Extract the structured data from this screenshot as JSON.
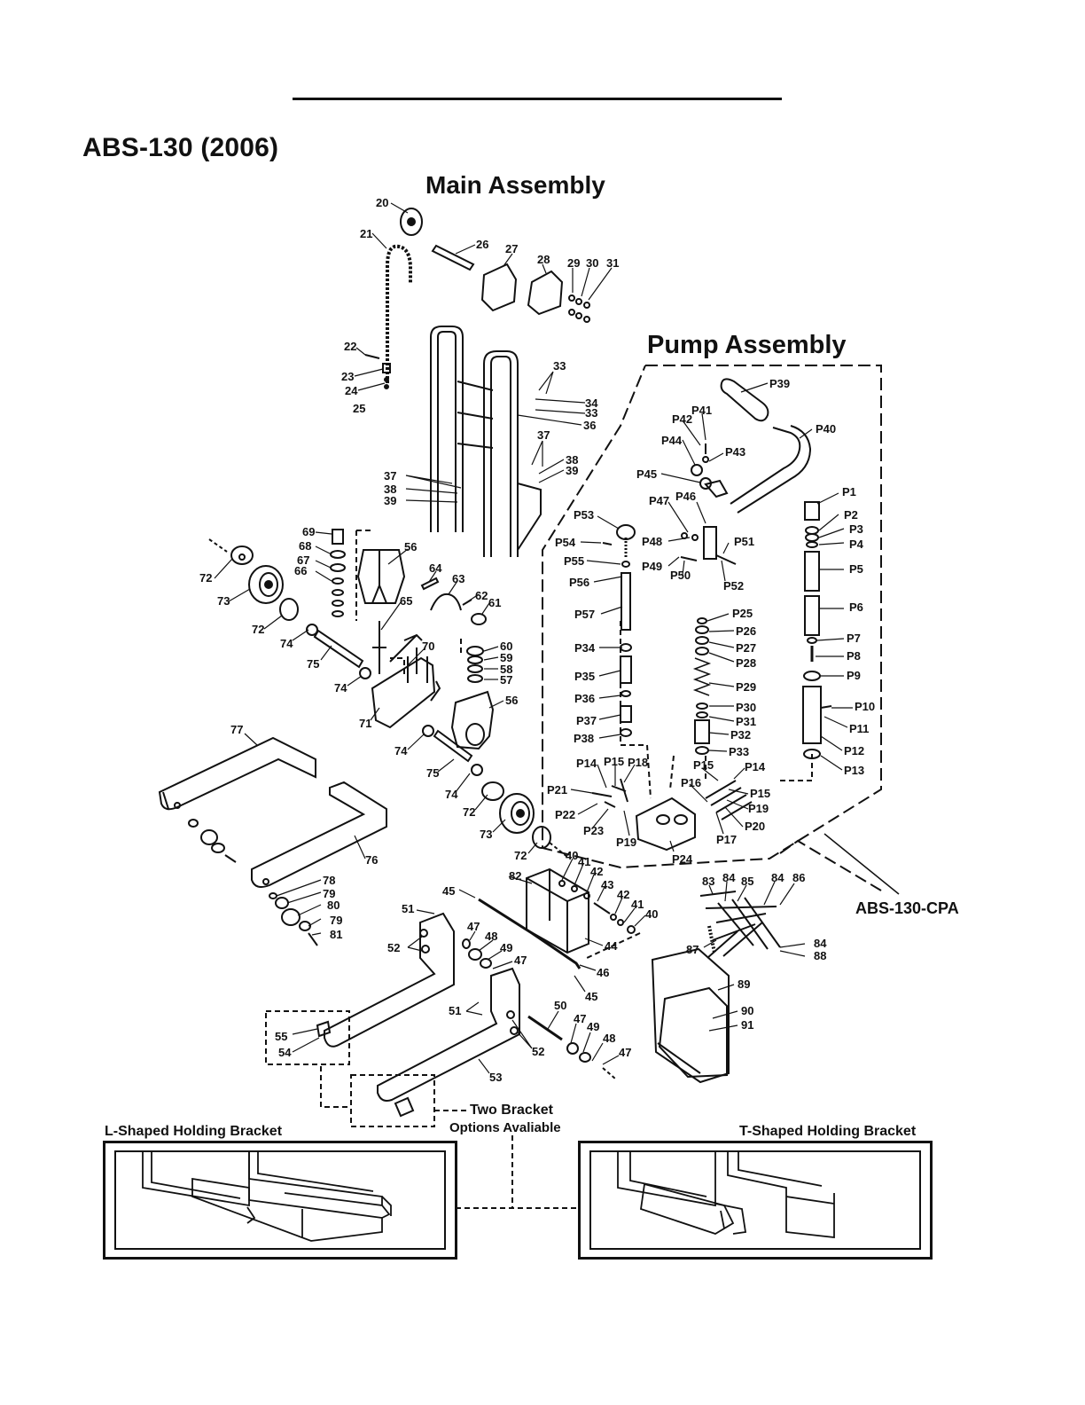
{
  "document": {
    "title": "ABS-130 (2006)",
    "main_heading": "Main Assembly",
    "pump_heading": "Pump Assembly",
    "pump_model": "ABS-130-CPA"
  },
  "brackets": {
    "options_line1": "Two Bracket",
    "options_line2": "Options Avaliable",
    "left_caption": "L-Shaped Holding Bracket",
    "right_caption": "T-Shaped Holding Bracket"
  },
  "callouts": {
    "c20": "20",
    "c21": "21",
    "c26": "26",
    "c27": "27",
    "c28": "28",
    "c29": "29",
    "c30": "30",
    "c31": "31",
    "c22": "22",
    "c23": "23",
    "c24": "24",
    "c25": "25",
    "c33": "33",
    "c34": "34",
    "c33b": "33",
    "c36": "36",
    "c37": "37",
    "c38": "38",
    "c39": "39",
    "c37b": "37",
    "c38b": "38",
    "c39b": "39",
    "c69": "69",
    "c68": "68",
    "c67": "67",
    "c66": "66",
    "c56": "56",
    "c64": "64",
    "c63": "63",
    "c62": "62",
    "c61": "61",
    "c65": "65",
    "c72": "72",
    "c73": "73",
    "c72b": "72",
    "c74": "74",
    "c75": "75",
    "c74b": "74",
    "c70": "70",
    "c71": "71",
    "c60": "60",
    "c59": "59",
    "c58": "58",
    "c57": "57",
    "c56b": "56",
    "c74c": "74",
    "c75b": "75",
    "c74d": "74",
    "c72c": "72",
    "c73b": "73",
    "c72d": "72",
    "c77": "77",
    "c76": "76",
    "c78": "78",
    "c79": "79",
    "c80": "80",
    "c79b": "79",
    "c81": "81",
    "c45": "45",
    "c82": "82",
    "c40": "40",
    "c41": "41",
    "c42": "42",
    "c43": "43",
    "c42b": "42",
    "c41b": "41",
    "c40b": "40",
    "c44": "44",
    "c46": "46",
    "c45b": "45",
    "c51": "51",
    "c52": "52",
    "c47": "47",
    "c48": "48",
    "c49": "49",
    "c47b": "47",
    "c51b": "51",
    "c50": "50",
    "c47c": "47",
    "c49b": "49",
    "c48b": "48",
    "c47d": "47",
    "c52b": "52",
    "c53": "53",
    "c55": "55",
    "c54": "54",
    "c83": "83",
    "c84": "84",
    "c85": "85",
    "c84b": "84",
    "c86": "86",
    "c87": "87",
    "c84c": "84",
    "c88": "88",
    "c89": "89",
    "c90": "90",
    "c91": "91",
    "p39": "P39",
    "p40": "P40",
    "p41": "P41",
    "p42": "P42",
    "p44": "P44",
    "p43": "P43",
    "p45": "P45",
    "p47": "P47",
    "p46": "P46",
    "p53": "P53",
    "p54": "P54",
    "p55": "P55",
    "p56": "P56",
    "p57": "P57",
    "p48": "P48",
    "p49": "P49",
    "p50": "P50",
    "p51": "P51",
    "p52": "P52",
    "p1": "P1",
    "p2": "P2",
    "p3": "P3",
    "p4": "P4",
    "p5": "P5",
    "p6": "P6",
    "p7": "P7",
    "p8": "P8",
    "p9": "P9",
    "p10": "P10",
    "p11": "P11",
    "p12": "P12",
    "p13": "P13",
    "p25": "P25",
    "p26": "P26",
    "p27": "P27",
    "p28": "P28",
    "p29": "P29",
    "p30": "P30",
    "p31": "P31",
    "p32": "P32",
    "p33": "P33",
    "p34": "P34",
    "p35": "P35",
    "p36": "P36",
    "p37": "P37",
    "p38": "P38",
    "p14": "P14",
    "p15": "P15",
    "p18": "P18",
    "p21": "P21",
    "p22": "P22",
    "p23": "P23",
    "p19": "P19",
    "p24": "P24",
    "p15b": "P15",
    "p14b": "P14",
    "p16": "P16",
    "p15c": "P15",
    "p19b": "P19",
    "p17": "P17",
    "p20": "P20"
  }
}
